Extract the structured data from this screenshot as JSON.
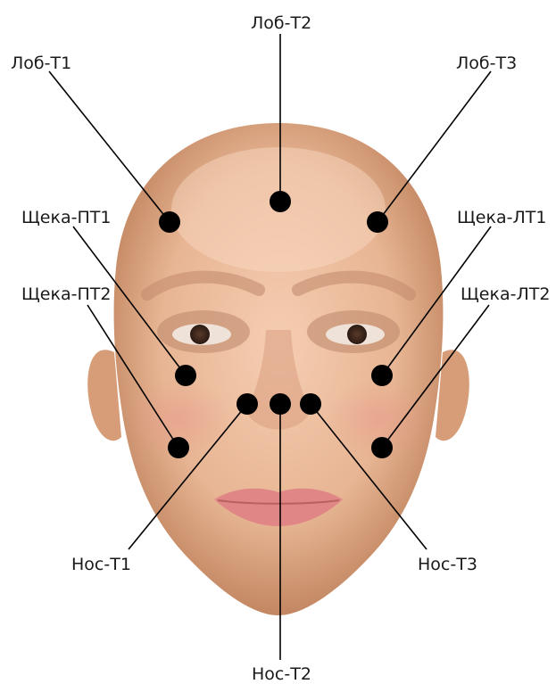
{
  "diagram": {
    "labels": {
      "lob_t1": "Лоб-Т1",
      "lob_t2": "Лоб-Т2",
      "lob_t3": "Лоб-Т3",
      "cheek_pt1": "Щека-ПТ1",
      "cheek_pt2": "Щека-ПТ2",
      "cheek_lt1": "Щека-ЛТ1",
      "cheek_lt2": "Щека-ЛТ2",
      "nose_t1": "Нос-Т1",
      "nose_t2": "Нос-Т2",
      "nose_t3": "Нос-Т3"
    },
    "colors": {
      "skin": "#e7b593",
      "skin_shadow": "#c98a64",
      "lips": "#e48a8a",
      "marker": "#000000",
      "leader": "#000000"
    }
  }
}
